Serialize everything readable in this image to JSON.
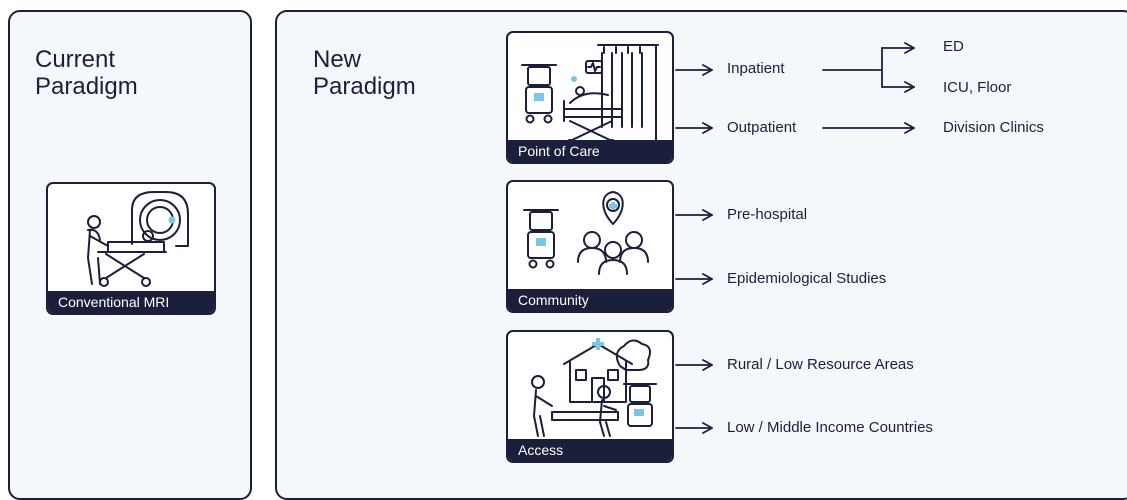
{
  "current_paradigm": {
    "title_line1": "Current",
    "title_line2": "Paradigm",
    "card": {
      "caption": "Conventional MRI",
      "icon": "mri-scanner-icon"
    }
  },
  "new_paradigm": {
    "title_line1": "New",
    "title_line2": "Paradigm",
    "cards": [
      {
        "caption": "Point of Care",
        "icon": "hospital-bed-portable-mri-icon",
        "branches": [
          "Inpatient",
          "Outpatient"
        ],
        "sub_branches": {
          "inpatient": [
            "ED",
            "ICU, Floor"
          ],
          "outpatient": [
            "Division Clinics"
          ]
        }
      },
      {
        "caption": "Community",
        "icon": "community-location-icon",
        "branches": [
          "Pre-hospital",
          "Epidemiological Studies"
        ]
      },
      {
        "caption": "Access",
        "icon": "rural-clinic-icon",
        "branches": [
          "Rural / Low Resource Areas",
          "Low / Middle Income Countries"
        ]
      }
    ]
  },
  "colors": {
    "navy": "#1b1f3b",
    "panel_bg": "#f5f8fb",
    "accent": "#7ac6e6"
  }
}
